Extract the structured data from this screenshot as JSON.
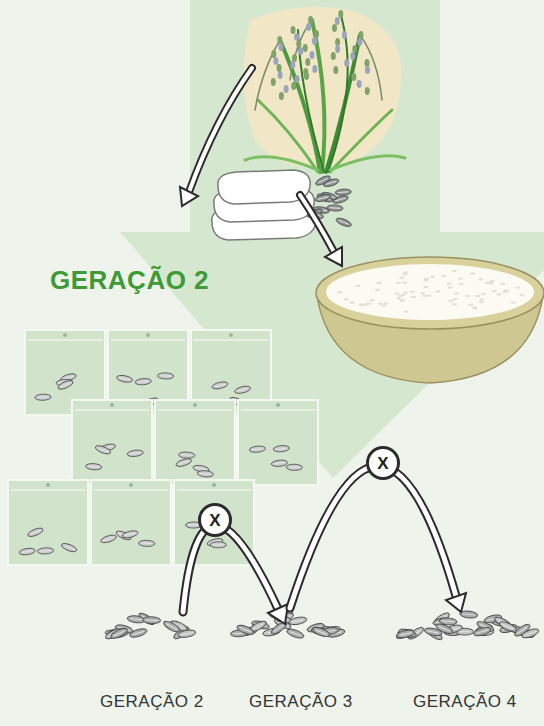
{
  "diagram": {
    "nodes": [
      {
        "text": [
          "X"
        ]
      },
      {
        "text": [
          "X"
        ]
      }
    ],
    "labels": [
      "GERAÇÃO 2",
      "GERAÇÃO 2",
      "GERAÇÃO 3",
      "GERAÇÃO 4"
    ]
  }
}
